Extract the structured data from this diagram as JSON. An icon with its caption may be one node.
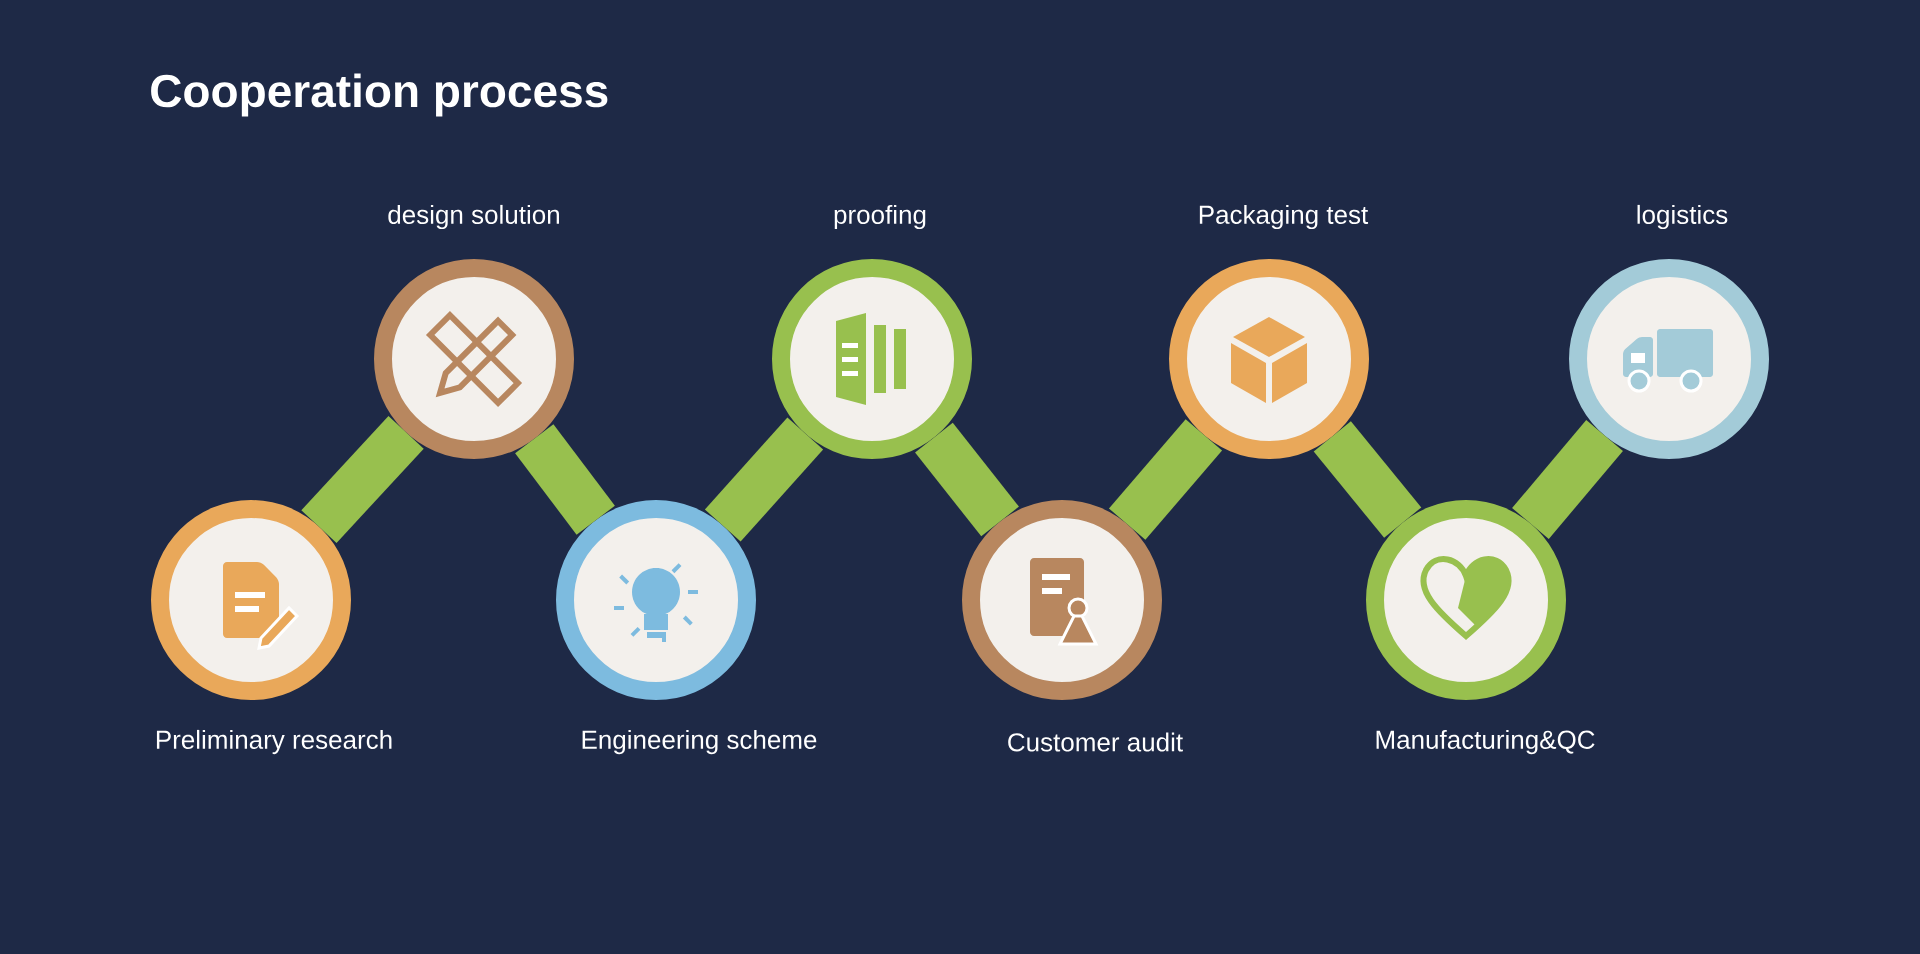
{
  "diagram": {
    "title": "Cooperation process",
    "nodes": [
      {
        "text": [
          "Preliminary research"
        ]
      },
      {
        "text": [
          "design solution"
        ]
      },
      {
        "text": [
          "Engineering scheme"
        ]
      },
      {
        "text": [
          "proofing"
        ]
      },
      {
        "text": [
          "Customer audit"
        ]
      },
      {
        "text": [
          "Packaging test"
        ]
      },
      {
        "text": [
          "Manufacturing&QC"
        ]
      },
      {
        "text": [
          "logistics"
        ]
      }
    ],
    "edges": [
      {
        "from": 0,
        "to": 1,
        "arrow": "none"
      },
      {
        "from": 1,
        "to": 2,
        "arrow": "none"
      },
      {
        "from": 2,
        "to": 3,
        "arrow": "none"
      },
      {
        "from": 3,
        "to": 4,
        "arrow": "none"
      },
      {
        "from": 4,
        "to": 5,
        "arrow": "none"
      },
      {
        "from": 5,
        "to": 6,
        "arrow": "none"
      },
      {
        "from": 6,
        "to": 7,
        "arrow": "none"
      }
    ]
  }
}
